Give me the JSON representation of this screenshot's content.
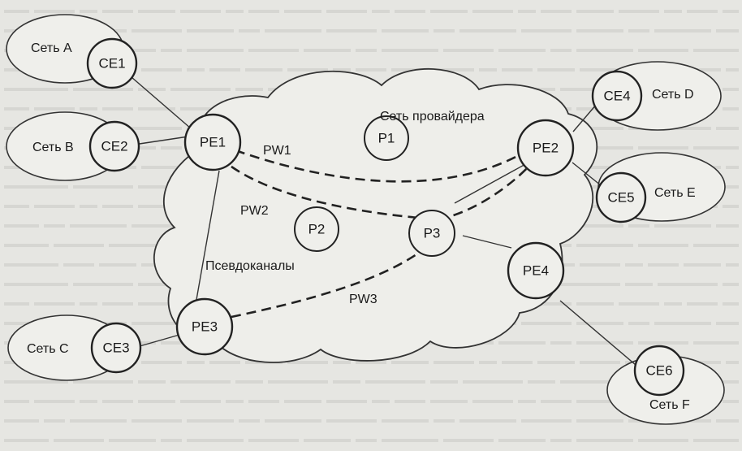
{
  "provider_network_label": "Сеть провайдера",
  "pseudowires_label": "Псевдоканалы",
  "pe_routers": [
    "PE1",
    "PE2",
    "PE3",
    "PE4"
  ],
  "p_routers": [
    "P1",
    "P2",
    "P3"
  ],
  "ce_routers": [
    "CE1",
    "CE2",
    "CE3",
    "CE4",
    "CE5",
    "CE6"
  ],
  "sites": [
    "Сеть A",
    "Сеть B",
    "Сеть C",
    "Сеть D",
    "Сеть E",
    "Сеть F"
  ],
  "pseudowires": [
    "PW1",
    "PW2",
    "PW3"
  ]
}
